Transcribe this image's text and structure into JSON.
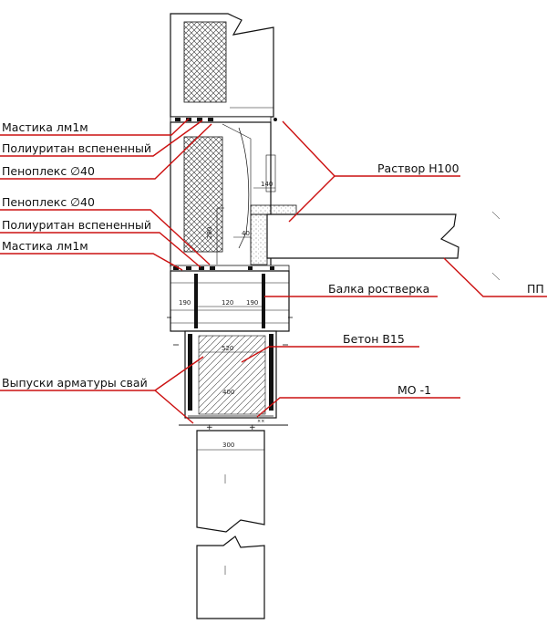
{
  "callouts": {
    "mastic_top": "Мастика лм1м",
    "polyurethane_top": "Полиуритан вспененный",
    "penoplex_top": "Пеноплекс ∅40",
    "penoplex_bottom": "Пеноплекс ∅40",
    "polyurethane_bottom": "Полиуритан вспененный",
    "mastic_bottom": "Мастика лм1м",
    "mortar": "Раствор Н100",
    "grillage_beam": "Балка ростверка",
    "slab_label": "ПП",
    "concrete": "Бетон В15",
    "pile_rebar": "Выпуски арматуры свай",
    "embedded_part": "МО -1"
  },
  "dimensions": {
    "d140": "140",
    "d40": "40",
    "d190_left": "190",
    "d120": "120",
    "d190_right": "190",
    "d520": "520",
    "d400": "400",
    "d300": "300"
  },
  "colors": {
    "leader": "#cc1111",
    "line": "#111111",
    "hatch": "#333333"
  }
}
